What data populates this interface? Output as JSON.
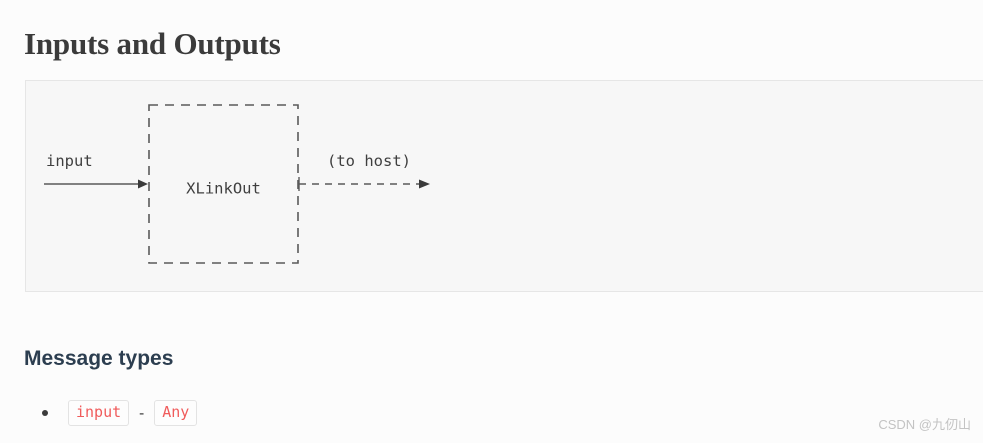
{
  "page": {
    "title": "Inputs and Outputs",
    "background_color": "#fcfcfc"
  },
  "diagram": {
    "panel_background": "#f7f7f7",
    "panel_border_color": "#e6e6e6",
    "node_label": "XLinkOut",
    "input_label": "input",
    "output_label": "(to host)",
    "box_style": "dashed",
    "input_arrow_style": "solid",
    "output_arrow_style": "dashed",
    "stroke_color": "#5a5a5a",
    "text_color": "#3f3f3f"
  },
  "message_types": {
    "heading": "Message types",
    "items": [
      {
        "name": "input",
        "separator": "-",
        "type": "Any"
      }
    ],
    "code_text_color": "#f05b5b",
    "code_border_color": "#e3e3e3"
  },
  "watermark": {
    "text": "CSDN @九仞山",
    "color": "#c3c3c3"
  }
}
